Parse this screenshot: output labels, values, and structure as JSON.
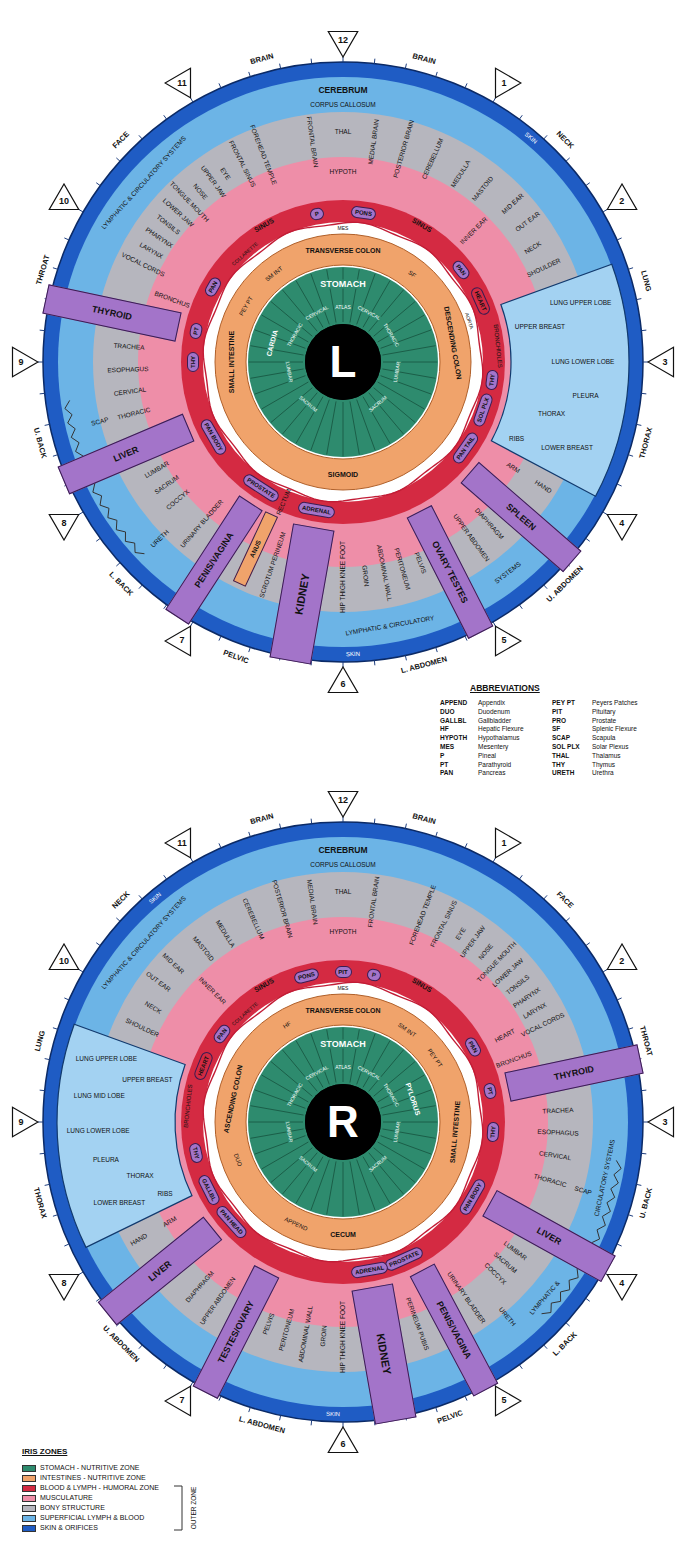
{
  "diagram": {
    "nodes": [
      {
        "text": [
          "L"
        ]
      },
      {
        "text": [
          "12"
        ]
      },
      {
        "text": [
          "1"
        ]
      },
      {
        "text": [
          "2"
        ]
      },
      {
        "text": [
          "3"
        ]
      },
      {
        "text": [
          "4"
        ]
      },
      {
        "text": [
          "5"
        ]
      },
      {
        "text": [
          "6"
        ]
      },
      {
        "text": [
          "7"
        ]
      },
      {
        "text": [
          "8"
        ]
      },
      {
        "text": [
          "9"
        ]
      },
      {
        "text": [
          "10"
        ]
      },
      {
        "text": [
          "11"
        ]
      },
      {
        "text": [
          "PONS"
        ]
      },
      {
        "text": [
          "P"
        ]
      },
      {
        "text": [
          "PAN"
        ]
      },
      {
        "text": [
          "HEART"
        ]
      },
      {
        "text": [
          "THY"
        ]
      },
      {
        "text": [
          "SOL PLX"
        ]
      },
      {
        "text": [
          "PAN TAIL"
        ]
      },
      {
        "text": [
          "ADRENAL"
        ]
      },
      {
        "text": [
          "PROSTATE"
        ]
      },
      {
        "text": [
          "PAN BODY"
        ]
      },
      {
        "text": [
          "THY"
        ]
      },
      {
        "text": [
          "PT"
        ]
      },
      {
        "text": [
          "PAN"
        ]
      },
      {
        "text": [
          "SPLEEN"
        ]
      },
      {
        "text": [
          "OVARY TESTES"
        ]
      },
      {
        "text": [
          "KIDNEY"
        ]
      },
      {
        "text": [
          "ANUS"
        ]
      },
      {
        "text": [
          "PENIS/VAGINA"
        ]
      },
      {
        "text": [
          "LIVER"
        ]
      },
      {
        "text": [
          "THYROID"
        ]
      },
      {
        "text": [
          "R"
        ]
      },
      {
        "text": [
          "12"
        ]
      },
      {
        "text": [
          "1"
        ]
      },
      {
        "text": [
          "2"
        ]
      },
      {
        "text": [
          "3"
        ]
      },
      {
        "text": [
          "4"
        ]
      },
      {
        "text": [
          "5"
        ]
      },
      {
        "text": [
          "6"
        ]
      },
      {
        "text": [
          "7"
        ]
      },
      {
        "text": [
          "8"
        ]
      },
      {
        "text": [
          "9"
        ]
      },
      {
        "text": [
          "10"
        ]
      },
      {
        "text": [
          "11"
        ]
      },
      {
        "text": [
          "P"
        ]
      },
      {
        "text": [
          "PIT"
        ]
      },
      {
        "text": [
          "PONS"
        ]
      },
      {
        "text": [
          "PAN"
        ]
      },
      {
        "text": [
          "PT"
        ]
      },
      {
        "text": [
          "THY"
        ]
      },
      {
        "text": [
          "PAN BODY"
        ]
      },
      {
        "text": [
          "PROSTATE"
        ]
      },
      {
        "text": [
          "ADRENAL"
        ]
      },
      {
        "text": [
          "PAN HEAD"
        ]
      },
      {
        "text": [
          "GALLBL"
        ]
      },
      {
        "text": [
          "THY"
        ]
      },
      {
        "text": [
          "HEART"
        ]
      },
      {
        "text": [
          "PAN"
        ]
      },
      {
        "text": [
          "THYROID"
        ]
      },
      {
        "text": [
          "LIVER"
        ]
      },
      {
        "text": [
          "PENIS/VAGINA"
        ]
      },
      {
        "text": [
          "KIDNEY"
        ]
      },
      {
        "text": [
          "TESTES/OVARY"
        ]
      },
      {
        "text": [
          "LIVER"
        ]
      }
    ],
    "labels": [
      "ABBREVIATIONS",
      "APPEND",
      "Appendix",
      "PEY PT",
      "Peyers Patches",
      "DUO",
      "Duodenum",
      "PIT",
      "Pituitary",
      "GALLBL",
      "Gallbladder",
      "PRO",
      "Prostate",
      "HF",
      "Hepatic Flexure",
      "SF",
      "Splenic Flexure",
      "HYPOTH",
      "Hypothalamus",
      "SCAP",
      "Scapula",
      "MES",
      "Mesentery",
      "SOL PLX",
      "Solar Plexus",
      "P",
      "Pineal",
      "THAL",
      "Thalamus",
      "PT",
      "Parathyroid",
      "THY",
      "Thymus",
      "PAN",
      "Pancreas",
      "URETH",
      "Urethra",
      "IRIS ZONES",
      "OUTER ZONE",
      "BRAIN",
      "BRAIN",
      "NECK",
      "LUNG",
      "THORAX",
      "U. ABDOMEN",
      "L. ABDOMEN",
      "PELVIC",
      "L. BACK",
      "U. BACK",
      "THROAT",
      "FACE",
      "CEREBRUM",
      "SKIN",
      "SKIN",
      "LYMPHATIC & CIRCULATORY SYSTEMS",
      "LYMPHATIC & CIRCULATORY",
      "SYSTEMS",
      "CORPUS CALLOSUM",
      "THAL",
      "HYPOTH",
      "SINUS",
      "SINUS",
      "FRONTAL BRAIN",
      "MEDIAL BRAIN",
      "POSTERIOR BRAIN",
      "CEREBELLUM",
      "MEDULLA",
      "MASTOID",
      "INNER EAR",
      "MID EAR",
      "OUT EAR",
      "NECK",
      "SHOULDER",
      "UPPER BREAST",
      "LUNG UPPER LOBE",
      "LUNG LOWER LOBE",
      "PLEURA",
      "THORAX",
      "LOWER BREAST",
      "RIBS",
      "BRONCHIOLES",
      "AORTA",
      "ARM",
      "HAND",
      "DIAPHRAGM",
      "UPPER ABDOMEN",
      "PELVIS",
      "PERITONEUM",
      "ABDOMINAL WALL",
      "GROIN",
      "HIP THIGH KNEE FOOT",
      "SCROTUM PERINEUM",
      "RECTUM",
      "URINARY BLADDER",
      "URETH",
      "COCCYX",
      "SACRUM",
      "LUMBAR",
      "THORACIC",
      "SCAP",
      "CERVICAL",
      "ESOPHAGUS",
      "TRACHEA",
      "BRONCHUS",
      "VOCAL CORDS",
      "LARYNX",
      "PHARYNX",
      "TONSILS",
      "LOWER JAW",
      "TONGUE MOUTH",
      "NOSE",
      "UPPER JAW",
      "EYE",
      "FRONTAL SINUS",
      "FOREHEAD TEMPLE",
      "COLLARETTE",
      "MES",
      "TRANSVERSE COLON",
      "SF",
      "DESCENDING COLON",
      "SIGMOID",
      "SMALL INTESTINE",
      "PEY PT",
      "SM INT",
      "STOMACH",
      "CARDIA",
      "ATLAS",
      "CERVICAL",
      "THORACIC",
      "LUMBAR",
      "SACRUM",
      "CERVICAL",
      "THORACIC",
      "LUMBAR",
      "SACRUM",
      "BRAIN",
      "BRAIN",
      "FACE",
      "THROAT",
      "U. BACK",
      "L. BACK",
      "PELVIC",
      "L. ABDOMEN",
      "U. ABDOMEN",
      "THORAX",
      "LUNG",
      "NECK",
      "CEREBRUM",
      "SKIN",
      "SKIN",
      "LYMPHATIC & CIRCULATORY SYSTEMS",
      "CIRCULATORY SYSTEMS",
      "LYMPHATIC &",
      "CORPUS CALLOSUM",
      "THAL",
      "HYPOTH",
      "SINUS",
      "SINUS",
      "FRONTAL BRAIN",
      "MEDIAL BRAIN",
      "POSTERIOR BRAIN",
      "CEREBELLUM",
      "MEDULLA",
      "MASTOID",
      "INNER EAR",
      "MID EAR",
      "OUT EAR",
      "NECK",
      "SHOULDER",
      "FOREHEAD TEMPLE",
      "FRONTAL SINUS",
      "EYE",
      "UPPER JAW",
      "NOSE",
      "TONGUE MOUTH",
      "LOWER JAW",
      "TONSILS",
      "PHARYNX",
      "LARYNX",
      "VOCAL CORDS",
      "HEART",
      "BRONCHUS",
      "TRACHEA",
      "ESOPHAGUS",
      "CERVICAL",
      "THORACIC",
      "SCAP",
      "LUMBAR",
      "SACRUM",
      "COCCYX",
      "URETH",
      "URINARY BLADDER",
      "PERINEUM PUBIS",
      "HIP THIGH KNEE FOOT",
      "GROIN",
      "ABDOMINAL WALL",
      "PERITONEUM",
      "PELVIS",
      "UPPER ABDOMEN",
      "DIAPHRAGM",
      "ARM",
      "HAND",
      "LUNG UPPER LOBE",
      "UPPER BREAST",
      "LUNG MID LOBE",
      "LUNG LOWER LOBE",
      "PLEURA",
      "THORAX",
      "LOWER BREAST",
      "RIBS",
      "BRONCHIOLES",
      "COLLARETTE",
      "MES",
      "HF",
      "TRANSVERSE COLON",
      "SM INT",
      "PEY PT",
      "SMALL INTESTINE",
      "CECUM",
      "APPEND",
      "DUO",
      "ASCENDING COLON",
      "STOMACH",
      "PYLORUS",
      "ATLAS",
      "CERVICAL",
      "THORACIC",
      "LUMBAR",
      "SACRUM",
      "CERVICAL",
      "THORACIC",
      "LUMBAR",
      "SACRUM"
    ],
    "legend": [
      {
        "text": "STOMACH - NUTRITIVE ZONE",
        "color": "#2e8b6e"
      },
      {
        "text": "INTESTINES - NUTRITIVE ZONE",
        "color": "#f0a36b"
      },
      {
        "text": "BLOOD & LYMPH - HUMORAL ZONE",
        "color": "#d42a42"
      },
      {
        "text": "MUSCULATURE",
        "color": "#ee8ea8"
      },
      {
        "text": "BONY STRUCTURE",
        "color": "#b6b6be"
      },
      {
        "text": "SUPERFICIAL LYMPH & BLOOD",
        "color": "#6cb4e6"
      },
      {
        "text": "SKIN & ORIFICES",
        "color": "#1f5cc4"
      }
    ]
  }
}
